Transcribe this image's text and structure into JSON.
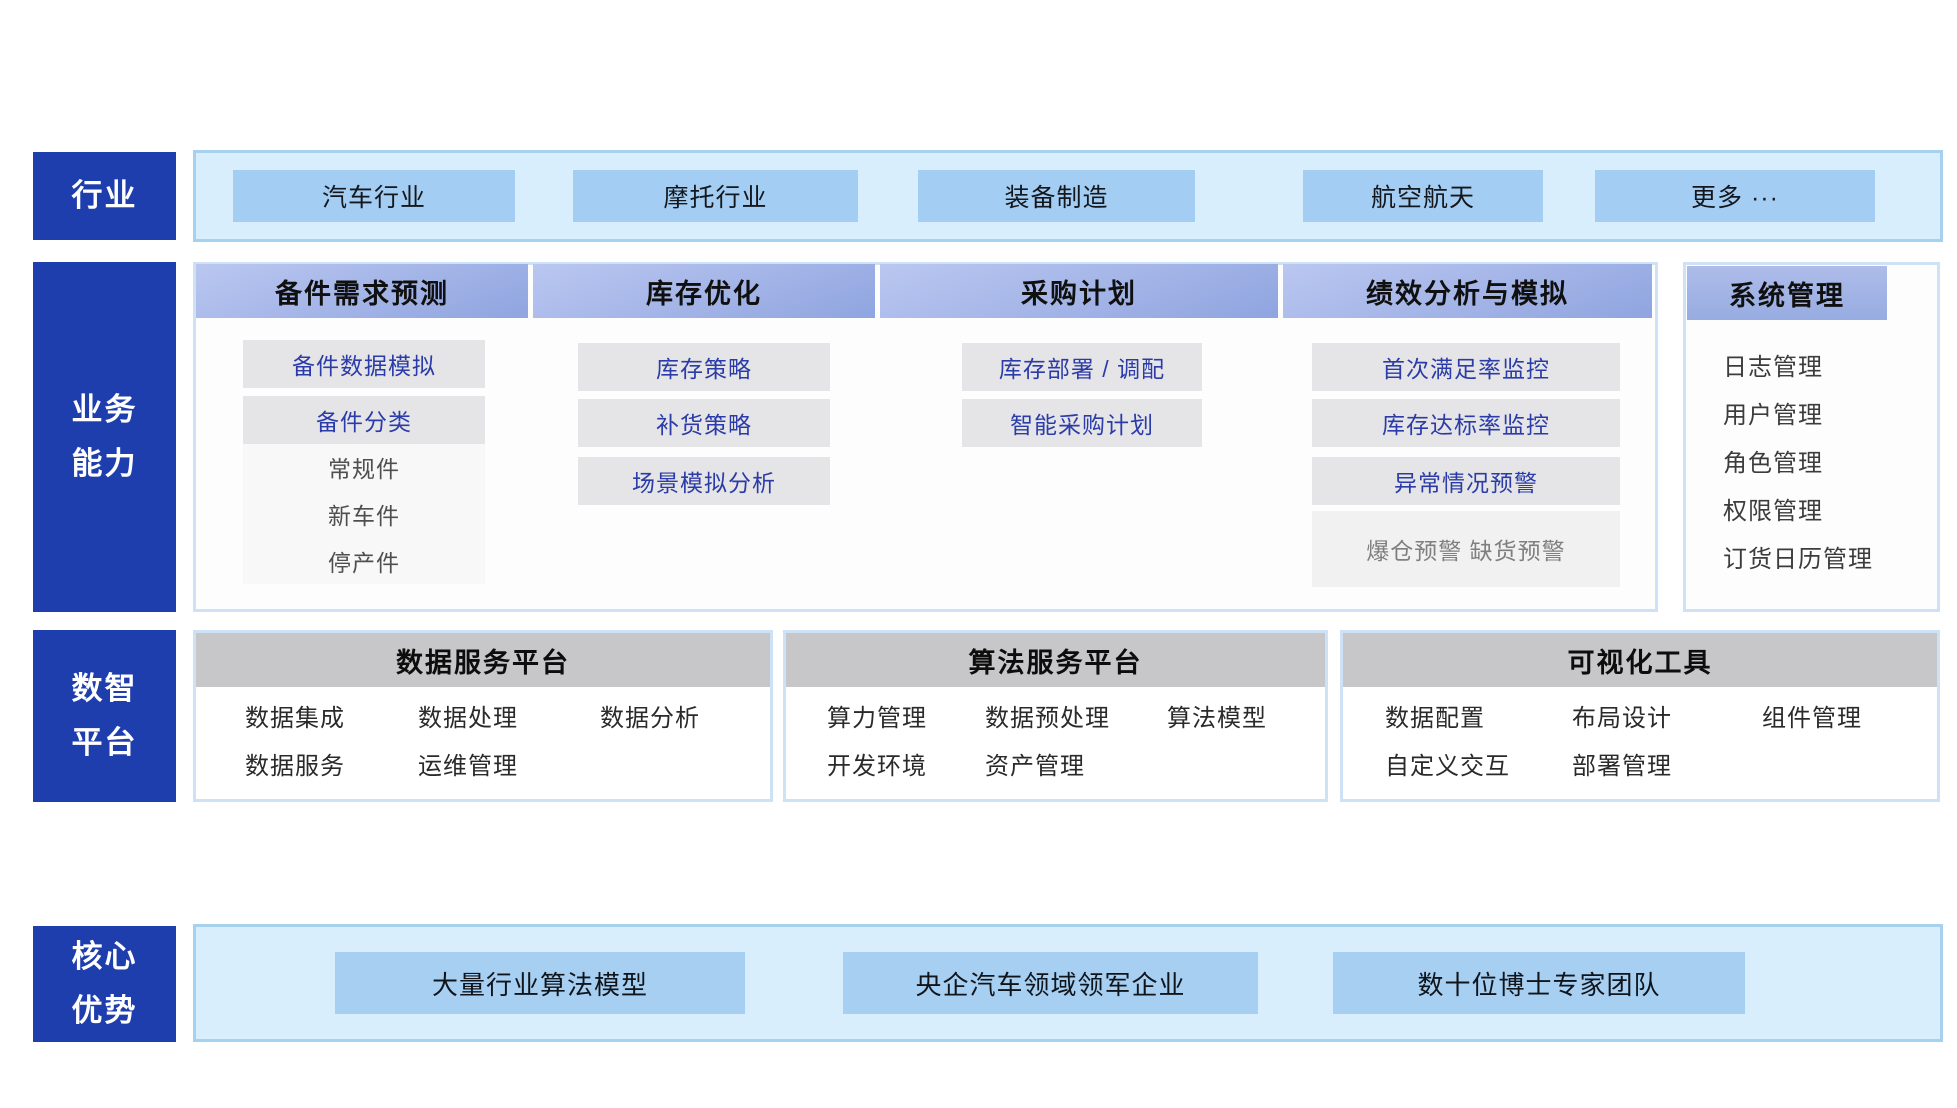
{
  "industry": {
    "label": "行业",
    "items": [
      "汽车行业",
      "摩托行业",
      "装备制造",
      "航空航天",
      "更多 ···"
    ]
  },
  "business": {
    "label": "业务\n能力",
    "columns": [
      {
        "header": "备件需求预测",
        "items": [
          "备件数据模拟",
          "备件分类"
        ],
        "sub_items": [
          "常规件",
          "新车件",
          "停产件"
        ]
      },
      {
        "header": "库存优化",
        "items": [
          "库存策略",
          "补货策略",
          "场景模拟分析"
        ]
      },
      {
        "header": "采购计划",
        "items": [
          "库存部署 / 调配",
          "智能采购计划"
        ]
      },
      {
        "header": "绩效分析与模拟",
        "items": [
          "首次满足率监控",
          "库存达标率监控",
          "异常情况预警"
        ],
        "muted": "爆仓预警 缺货预警"
      }
    ],
    "system": {
      "header": "系统管理",
      "items": [
        "日志管理",
        "用户管理",
        "角色管理",
        "权限管理",
        "订货日历管理"
      ]
    }
  },
  "platform": {
    "label": "数智\n平台",
    "panels": [
      {
        "header": "数据服务平台",
        "items_row1": [
          "数据集成",
          "数据处理",
          "数据分析"
        ],
        "items_row2": [
          "数据服务",
          "运维管理"
        ]
      },
      {
        "header": "算法服务平台",
        "items_row1": [
          "算力管理",
          "数据预处理",
          "算法模型"
        ],
        "items_row2": [
          "开发环境",
          "资产管理"
        ]
      },
      {
        "header": "可视化工具",
        "items_row1": [
          "数据配置",
          "布局设计",
          "组件管理"
        ],
        "items_row2": [
          "自定义交互",
          "部署管理"
        ]
      }
    ]
  },
  "advantage": {
    "label": "核心\n优势",
    "items": [
      "大量行业算法模型",
      "央企汽车领域领军企业",
      "数十位博士专家团队"
    ]
  },
  "colors": {
    "sidebar_blue": "#1e3eae",
    "panel_fill_light_blue": "#d9eefc",
    "panel_border_blue": "#a6d2f0",
    "chip_blue": "#a3cdf2",
    "capability_header_periwinkle": "#9fb3e6",
    "item_gray_bg": "#e5e5e7",
    "item_text_blue": "#2b3ca8",
    "muted_text_gray": "#7f7f7f",
    "platform_header_gray": "#c7c7c9"
  }
}
